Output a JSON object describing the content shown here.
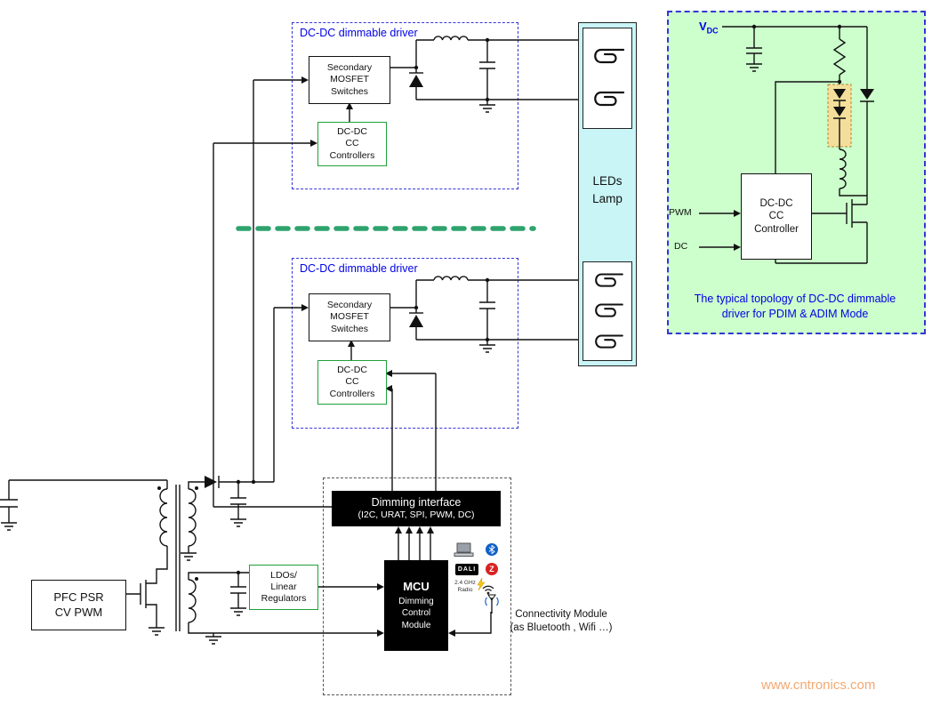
{
  "driver1": {
    "title": "DC-DC dimmable  driver",
    "mosfet": "Secondary\nMOSFET\nSwitches",
    "cc": "DC-DC\nCC\nControllers"
  },
  "driver2": {
    "title": "DC-DC dimmable  driver",
    "mosfet": "Secondary\nMOSFET\nSwitches",
    "cc": "DC-DC\nCC\nControllers"
  },
  "lamp": {
    "label": "LEDs\nLamp"
  },
  "panel": {
    "vdc": "V",
    "vdc_sub": "DC",
    "pwm": "PWM",
    "dc": "DC",
    "controller": "DC-DC\nCC\nController",
    "caption": "The typical topology of DC-DC dimmable\ndriver for PDIM  & ADIM Mode"
  },
  "psu": {
    "pfc": "PFC PSR\nCV PWM"
  },
  "control": {
    "dimming_title": "Dimming interface",
    "dimming_sub": "(I2C, URAT, SPI, PWM, DC)",
    "ldo": "LDOs/\nLinear\nRegulators",
    "mcu": "MCU",
    "mcu_sub": "Dimming\nControl\nModule",
    "connectivity": "Connectivity Module\n(as Bluetooth , Wifi …)"
  },
  "icons": {
    "dali": "DALI",
    "zigbee": "Z",
    "radio": "2.4 GHz\nRadio"
  },
  "watermark": "www.cntronics.com",
  "colors": {
    "dashed_border_blue": "#3535d8",
    "label_blue": "#0000e6",
    "green_border": "#1fa03c",
    "separator_green": "#2ea36e",
    "lamp_bg": "#c9f5f7",
    "panel_bg": "#ccffcc",
    "opto_highlight": "#f3df9b",
    "watermark_orange": "#f3a870"
  }
}
